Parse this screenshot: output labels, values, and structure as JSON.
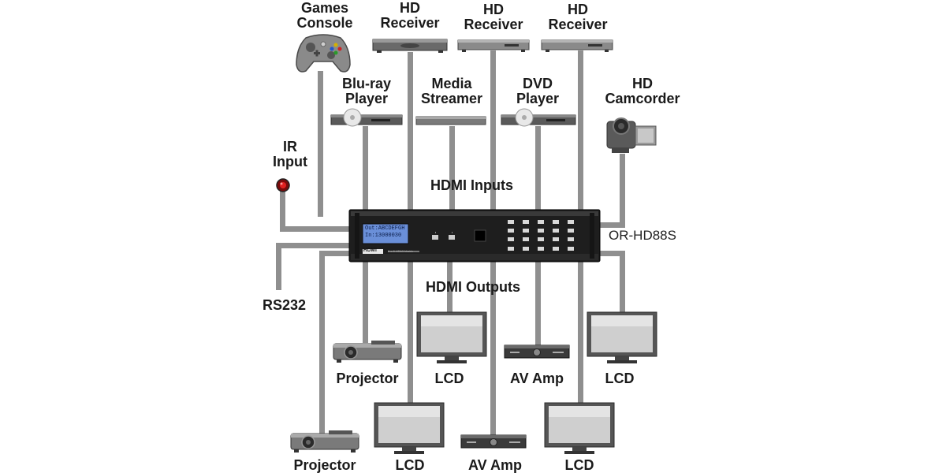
{
  "inputs_label": "HDMI Inputs",
  "outputs_label": "HDMI Outputs",
  "model": "OR-HD88S",
  "sources": {
    "games_console": [
      "Games",
      "Console"
    ],
    "hd_receiver_1": [
      "HD",
      "Receiver"
    ],
    "hd_receiver_2": [
      "HD",
      "Receiver"
    ],
    "hd_receiver_3": [
      "HD",
      "Receiver"
    ],
    "bluray": [
      "Blu-ray",
      "Player"
    ],
    "media_streamer": [
      "Media",
      "Streamer"
    ],
    "dvd": [
      "DVD",
      "Player"
    ],
    "camcorder": [
      "HD",
      "Camcorder"
    ]
  },
  "ir_input": [
    "IR",
    "Input"
  ],
  "rs232": "RS232",
  "sinks": {
    "projector_1": "Projector",
    "lcd_1": "LCD",
    "av_amp_1": "AV Amp",
    "lcd_2": "LCD",
    "projector_2": "Projector",
    "lcd_3": "LCD",
    "av_amp_2": "AV Amp",
    "lcd_4": "LCD"
  },
  "front_panel": {
    "lcd_line1": "Out:ABCDEFGH",
    "lcd_line2": "In:13000030",
    "logo": "HDMI",
    "caption": "8 x 8 HDMI Matrix"
  }
}
